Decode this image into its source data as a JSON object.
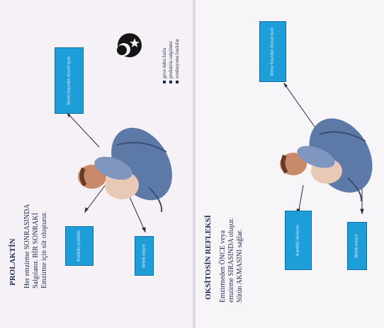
{
  "left": {
    "title": "PROLAKTİN",
    "para_lines": [
      "Her emzirme SONRASINDA",
      "Salgılanır. BİR SONRAKİ",
      "Emzirme için süt oluşturur."
    ],
    "box_top": "Meme başından duysal uyarı",
    "box_middle": "Kandaki prolaktin",
    "box_bottom": "Bebek emiyor",
    "note_lines": [
      "gece daha fazla",
      "prolaktin salgılanır",
      "ovulasyonu baskılar"
    ]
  },
  "right": {
    "title": "OKSİTOSİN REFLEKSİ",
    "para_lines": [
      "Emzirmeden ÖNCE veya",
      "emzirme SIRASINDA oluşur.",
      "Sütün AKMASINI sağlar."
    ],
    "box_top": "Meme başından duysal uyarı",
    "box_middle": "Kandaki oksitosin",
    "box_bottom": "Bebek emiyor"
  },
  "colors": {
    "box": "#1d9ed9",
    "text": "#1e2a4a",
    "figure": "#5d79a8"
  },
  "icons": [
    "moon-stars-icon",
    "mother-nursing-baby-illustration"
  ]
}
